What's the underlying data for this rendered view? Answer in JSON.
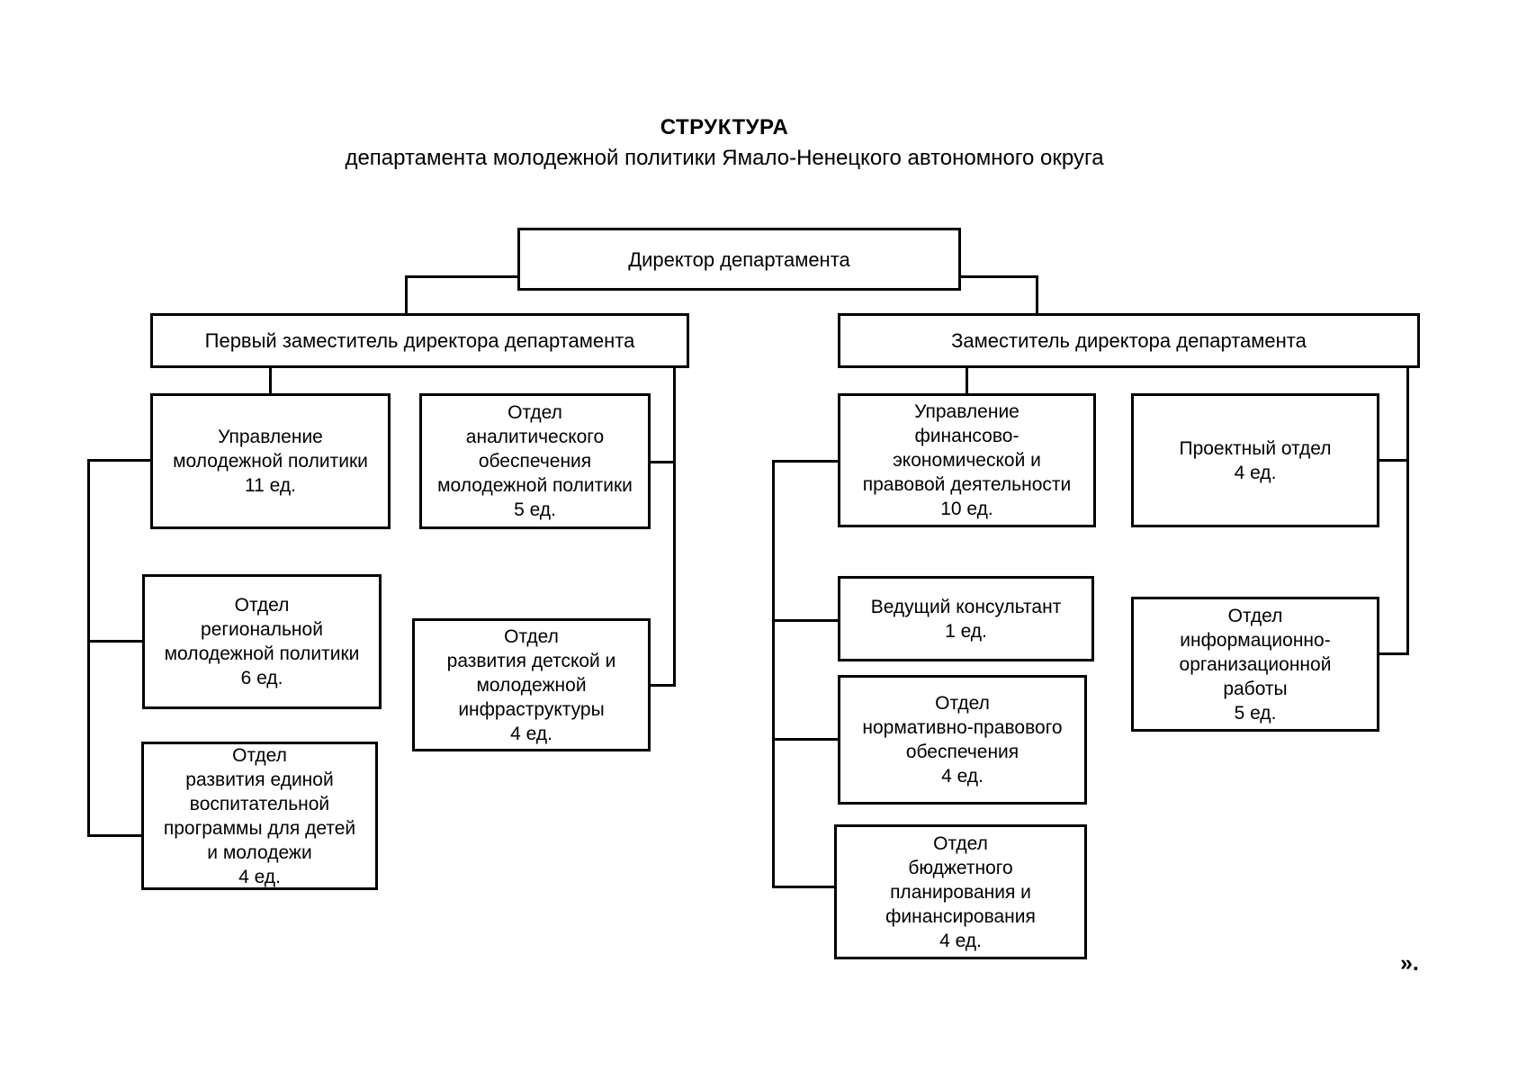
{
  "title": {
    "line1": "СТРУКТУРА",
    "line2": "департамента молодежной политики Ямало-Ненецкого автономного округа"
  },
  "nodes": {
    "director": {
      "label": "Директор департамента"
    },
    "first_deputy": {
      "label": "Первый заместитель директора департамента"
    },
    "deputy": {
      "label": "Заместитель директора департамента"
    },
    "youth_policy_dept": {
      "label": "Управление\nмолодежной политики\n11 ед."
    },
    "analytics_dept": {
      "label": "Отдел\nаналитического\nобеспечения\nмолодежной политики\n5 ед."
    },
    "regional_policy_dept": {
      "label": "Отдел\nрегиональной\nмолодежной политики\n6 ед."
    },
    "infrastructure_dept": {
      "label": "Отдел\nразвития детской и\nмолодежной\nинфраструктуры\n4 ед."
    },
    "education_program_dept": {
      "label": "Отдел\nразвития единой\nвоспитательной\nпрограммы для детей\nи молодежи\n4 ед."
    },
    "finance_legal_dept": {
      "label": "Управление\nфинансово-\nэкономической и\nправовой деятельности\n10 ед."
    },
    "project_dept": {
      "label": "Проектный отдел\n4 ед."
    },
    "lead_consultant": {
      "label": "Ведущий консультант\n1 ед."
    },
    "info_org_dept": {
      "label": "Отдел\nинформационно-\nорганизационной\nработы\n5 ед."
    },
    "legal_support_dept": {
      "label": "Отдел\nнормативно-правового\nобеспечения\n4 ед."
    },
    "budget_dept": {
      "label": "Отдел\nбюджетного\nпланирования и\nфинансирования\n4 ед."
    }
  },
  "edges": [
    {
      "from": "director",
      "to": "first_deputy"
    },
    {
      "from": "director",
      "to": "deputy"
    },
    {
      "from": "first_deputy",
      "to": "youth_policy_dept"
    },
    {
      "from": "first_deputy",
      "to": "analytics_dept"
    },
    {
      "from": "first_deputy",
      "to": "infrastructure_dept"
    },
    {
      "from": "youth_policy_dept",
      "to": "regional_policy_dept"
    },
    {
      "from": "youth_policy_dept",
      "to": "education_program_dept"
    },
    {
      "from": "deputy",
      "to": "finance_legal_dept"
    },
    {
      "from": "deputy",
      "to": "project_dept"
    },
    {
      "from": "deputy",
      "to": "info_org_dept"
    },
    {
      "from": "finance_legal_dept",
      "to": "lead_consultant"
    },
    {
      "from": "finance_legal_dept",
      "to": "legal_support_dept"
    },
    {
      "from": "finance_legal_dept",
      "to": "budget_dept"
    }
  ],
  "trailing_mark": "».",
  "colors": {
    "background": "#ffffff",
    "line": "#000000",
    "text": "#000000"
  }
}
